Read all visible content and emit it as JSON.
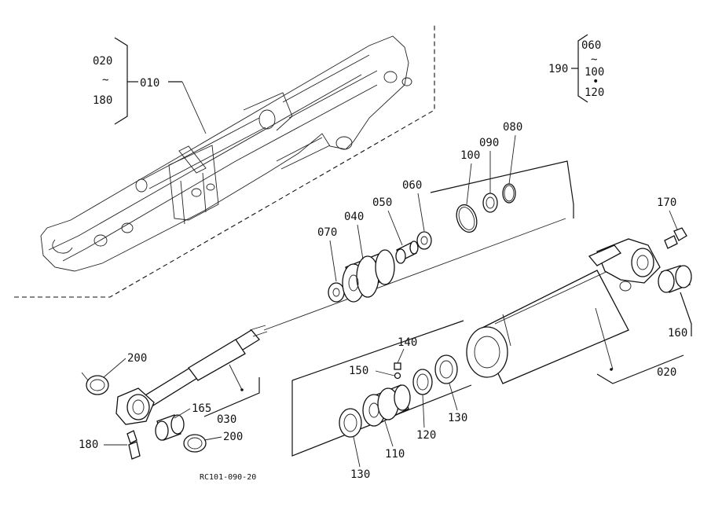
{
  "labels": {
    "p010": "010",
    "p020_top": "020",
    "p020_tilde": "~",
    "p180_top": "180",
    "p190": "190",
    "p060_top": "060",
    "p190_tilde": "~",
    "p100_top": "100",
    "p190_dot": "•",
    "p120_top": "120",
    "p100": "100",
    "p090": "090",
    "p080": "080",
    "p060": "060",
    "p050": "050",
    "p040": "040",
    "p070": "070",
    "p170": "170",
    "p160": "160",
    "p020": "020",
    "p200_a": "200",
    "p165": "165",
    "p030": "030",
    "p200_b": "200",
    "p180": "180",
    "p140": "140",
    "p150": "150",
    "p130_a": "130",
    "p110": "110",
    "p120": "120",
    "p130_b": "130"
  },
  "drawing_code": "RC101-090-20"
}
